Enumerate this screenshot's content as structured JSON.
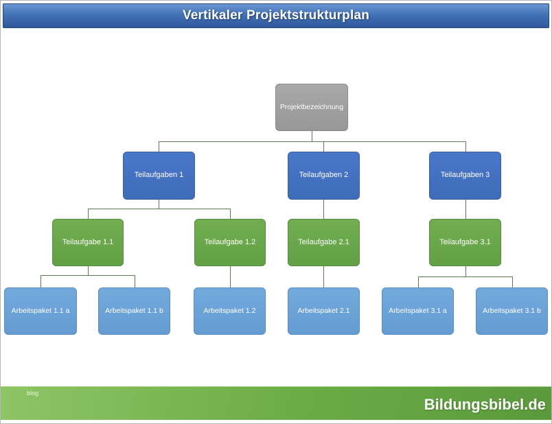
{
  "header": {
    "title": "Vertikaler Projektstrukturplan"
  },
  "diagram": {
    "root": {
      "label": "Projektbezeichnung"
    },
    "level2": [
      {
        "label": "Teilaufgaben 1"
      },
      {
        "label": "Teilaufgaben 2"
      },
      {
        "label": "Teilaufgaben 3"
      }
    ],
    "level3": [
      {
        "label": "Teilaufgabe 1.1"
      },
      {
        "label": "Teilaufgabe 1.2"
      },
      {
        "label": "Teilaufgabe 2.1"
      },
      {
        "label": "Teilaufgabe 3.1"
      }
    ],
    "level4": [
      {
        "label": "Arbeitspaket 1.1 a"
      },
      {
        "label": "Arbeitspaket 1.1 b"
      },
      {
        "label": "Arbeitspaket 1.2"
      },
      {
        "label": "Arbeitspaket 2.1"
      },
      {
        "label": "Arbeitspaket 3.1 a"
      },
      {
        "label": "Arbeitspaket 3.1 b"
      }
    ]
  },
  "footer": {
    "blog_label": "blog",
    "brand": "Bildungsbibel.de"
  },
  "colors": {
    "header_blue": "#3f6cb0",
    "root_gray": "#9e9e9e",
    "level2_blue": "#4472c4",
    "level3_green": "#6aa84f",
    "level4_light_blue": "#6fa3d9",
    "footer_green": "#6cab47",
    "connector": "#5b7a52"
  }
}
